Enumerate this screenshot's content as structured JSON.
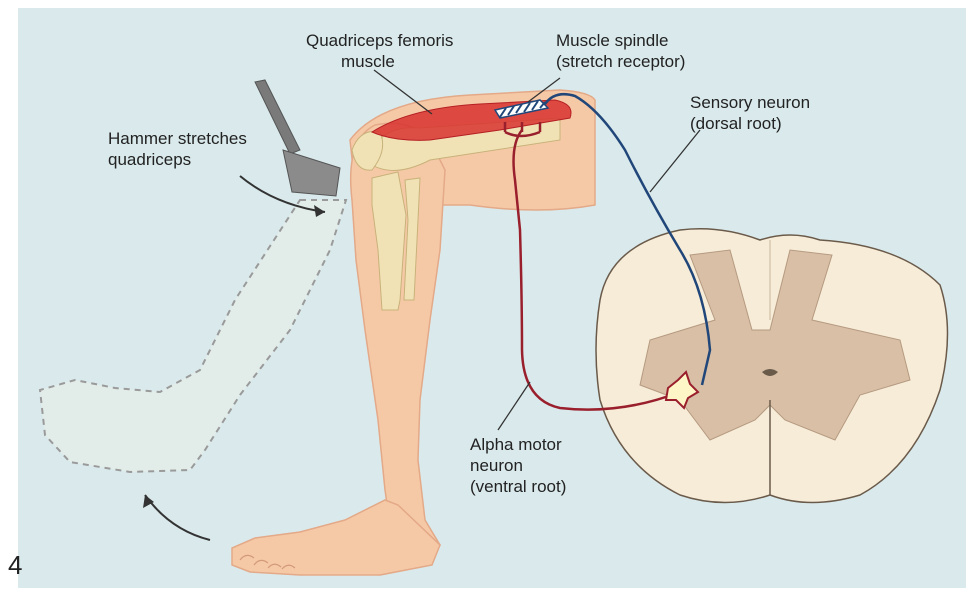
{
  "colors": {
    "background": "#daeaec",
    "skin": "#f6c9a6",
    "skin_shadow": "#e3a988",
    "bone": "#f1e2b6",
    "muscle": "#d8332f",
    "sensory_neuron": "#21477a",
    "motor_neuron": "#9a1f2d",
    "white_matter": "#f7ecd8",
    "gray_matter": "#d8bfa6"
  },
  "labels": {
    "quadriceps": [
      "Quadriceps femoris",
      "muscle"
    ],
    "spindle": [
      "Muscle spindle",
      "(stretch receptor)"
    ],
    "sensory": [
      "Sensory neuron",
      "(dorsal root)"
    ],
    "hammer": [
      "Hammer stretches",
      "quadriceps"
    ],
    "motor": [
      "Alpha motor",
      "neuron",
      "(ventral root)"
    ]
  },
  "slide_number": "4"
}
